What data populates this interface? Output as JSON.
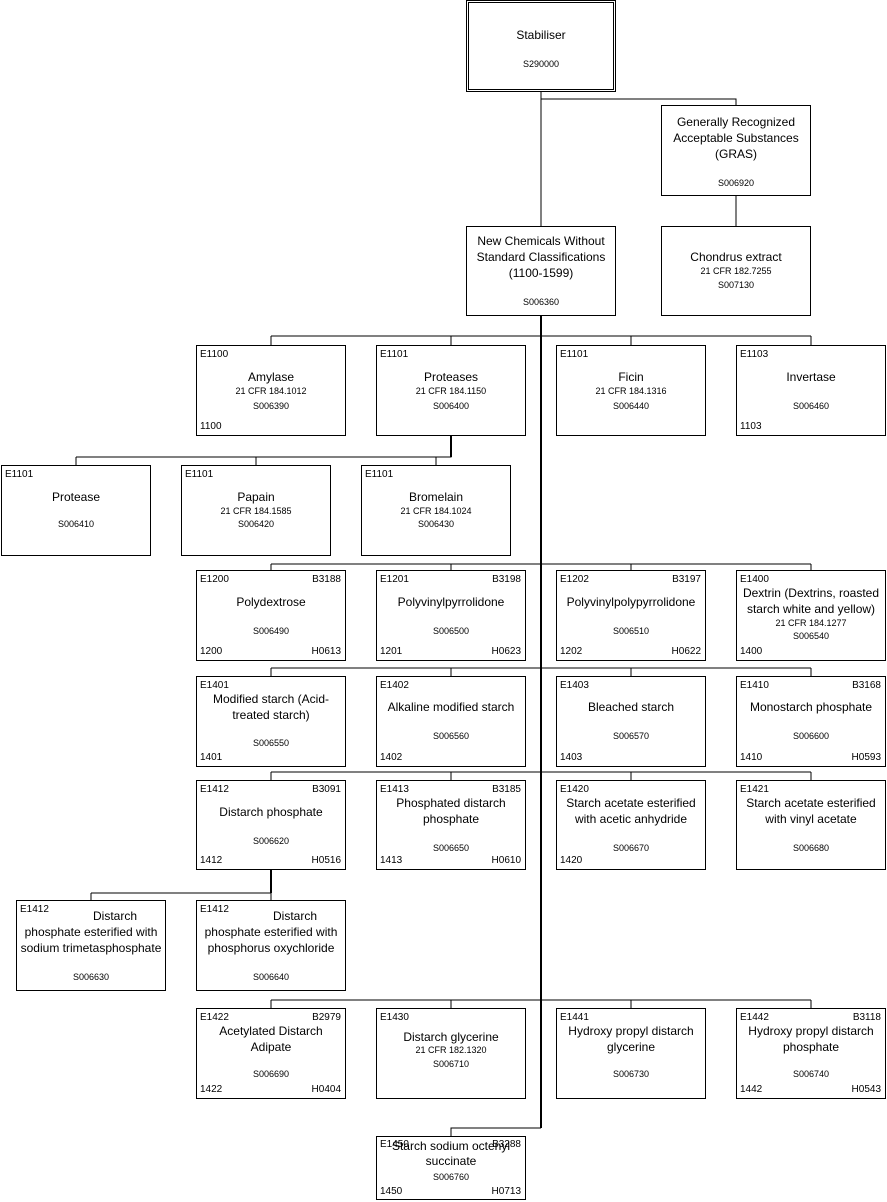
{
  "nodes": {
    "stabiliser": {
      "title": "Stabiliser",
      "code": "S290000"
    },
    "gras": {
      "title": "Generally Recognized Acceptable Substances (GRAS)",
      "code": "S006920"
    },
    "chondrus": {
      "title": "Chondrus extract",
      "ref": "21 CFR 182.7255",
      "code": "S007130"
    },
    "new_chem": {
      "title": "New Chemicals Without Standard Classifications (1100-1599)",
      "code": "S006360"
    },
    "amylase": {
      "e": "E1100",
      "title": "Amylase",
      "ref": "21 CFR 184.1012",
      "code": "S006390",
      "num": "1100"
    },
    "proteases": {
      "e": "E1101",
      "title": "Proteases",
      "ref": "21 CFR 184.1150",
      "code": "S006400"
    },
    "ficin": {
      "e": "E1101",
      "title": "Ficin",
      "ref": "21 CFR 184.1316",
      "code": "S006440"
    },
    "invertase": {
      "e": "E1103",
      "title": "Invertase",
      "code": "S006460",
      "num": "1103"
    },
    "protease": {
      "e": "E1101",
      "title": "Protease",
      "code": "S006410"
    },
    "papain": {
      "e": "E1101",
      "title": "Papain",
      "ref": "21 CFR 184.1585",
      "code": "S006420"
    },
    "bromelain": {
      "e": "E1101",
      "title": "Bromelain",
      "ref": "21 CFR 184.1024",
      "code": "S006430"
    },
    "polydextrose": {
      "e": "E1200",
      "b": "B3188",
      "title": "Polydextrose",
      "code": "S006490",
      "num": "1200",
      "h": "H0613"
    },
    "pvp": {
      "e": "E1201",
      "b": "B3198",
      "title": "Polyvinylpyrrolidone",
      "code": "S006500",
      "num": "1201",
      "h": "H0623"
    },
    "pvpp": {
      "e": "E1202",
      "b": "B3197",
      "title": "Polyvinylpolypyrrolidone",
      "code": "S006510",
      "num": "1202",
      "h": "H0622"
    },
    "dextrin": {
      "e": "E1400",
      "title": "Dextrin (Dextrins, roasted starch white and yellow)",
      "ref": "21 CFR 184.1277",
      "code": "S006540",
      "num": "1400"
    },
    "modified_starch": {
      "e": "E1401",
      "title": "Modified starch (Acid-treated starch)",
      "code": "S006550",
      "num": "1401"
    },
    "alkaline_starch": {
      "e": "E1402",
      "title": "Alkaline modified starch",
      "code": "S006560",
      "num": "1402"
    },
    "bleached_starch": {
      "e": "E1403",
      "title": "Bleached starch",
      "code": "S006570",
      "num": "1403"
    },
    "monostarch": {
      "e": "E1410",
      "b": "B3168",
      "title": "Monostarch phosphate",
      "code": "S006600",
      "num": "1410",
      "h": "H0593"
    },
    "distarch_phosphate": {
      "e": "E1412",
      "b": "B3091",
      "title": "Distarch phosphate",
      "code": "S006620",
      "num": "1412",
      "h": "H0516"
    },
    "phosphated_distarch": {
      "e": "E1413",
      "b": "B3185",
      "title": "Phosphated distarch phosphate",
      "code": "S006650",
      "num": "1413",
      "h": "H0610"
    },
    "starch_acetate_anhydride": {
      "e": "E1420",
      "title": "Starch acetate esterified with acetic anhydride",
      "code": "S006670",
      "num": "1420"
    },
    "starch_acetate_vinyl": {
      "e": "E1421",
      "title": "Starch acetate esterified with vinyl acetate",
      "code": "S006680"
    },
    "distarch_trimeta": {
      "e": "E1412",
      "title": "Distarch phosphate esterified with sodium trimetasphosphate",
      "code": "S006630"
    },
    "distarch_oxychloride": {
      "e": "E1412",
      "title": "Distarch phosphate esterified with phosphorus oxychloride",
      "code": "S006640"
    },
    "acetylated_adipate": {
      "e": "E1422",
      "b": "B2979",
      "title": "Acetylated Distarch Adipate",
      "code": "S006690",
      "num": "1422",
      "h": "H0404"
    },
    "distarch_glycerine": {
      "e": "E1430",
      "title": "Distarch glycerine",
      "ref": "21 CFR 182.1320",
      "code": "S006710"
    },
    "hp_distarch_glycerine": {
      "e": "E1441",
      "title": "Hydroxy propyl distarch glycerine",
      "code": "S006730"
    },
    "hp_distarch_phosphate": {
      "e": "E1442",
      "b": "B3118",
      "title": "Hydroxy propyl distarch phosphate",
      "code": "S006740",
      "num": "1442",
      "h": "H0543"
    },
    "octenyl_succinate": {
      "e": "E1450",
      "b": "B3288",
      "title": "Starch sodium octenyl succinate",
      "code": "S006760",
      "num": "1450",
      "h": "H0713"
    }
  }
}
